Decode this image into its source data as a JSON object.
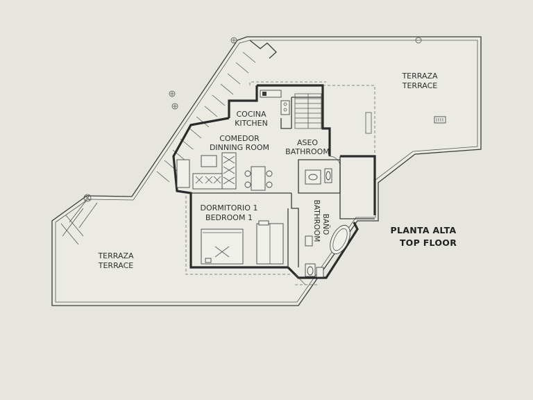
{
  "plan": {
    "title_line1": "PLANTA ALTA",
    "title_line2": "TOP FLOOR",
    "rooms": {
      "terrace_top": {
        "es": "TERRAZA",
        "en": "TERRACE"
      },
      "terrace_bottom": {
        "es": "TERRAZA",
        "en": "TERRACE"
      },
      "kitchen": {
        "es": "COCINA",
        "en": "KITCHEN"
      },
      "dining": {
        "es": "COMEDOR",
        "en": "DINNING ROOM"
      },
      "toilet": {
        "es": "ASEO",
        "en": "BATHROOM"
      },
      "bedroom": {
        "es": "DORMITORIO 1",
        "en": "BEDROOM 1"
      },
      "bathroom": {
        "es": "BAÑO",
        "en": "BATHROOM"
      }
    },
    "colors": {
      "background": "#e6e6de",
      "wall": "#3a3a3a",
      "floor": "#ecece6"
    }
  }
}
